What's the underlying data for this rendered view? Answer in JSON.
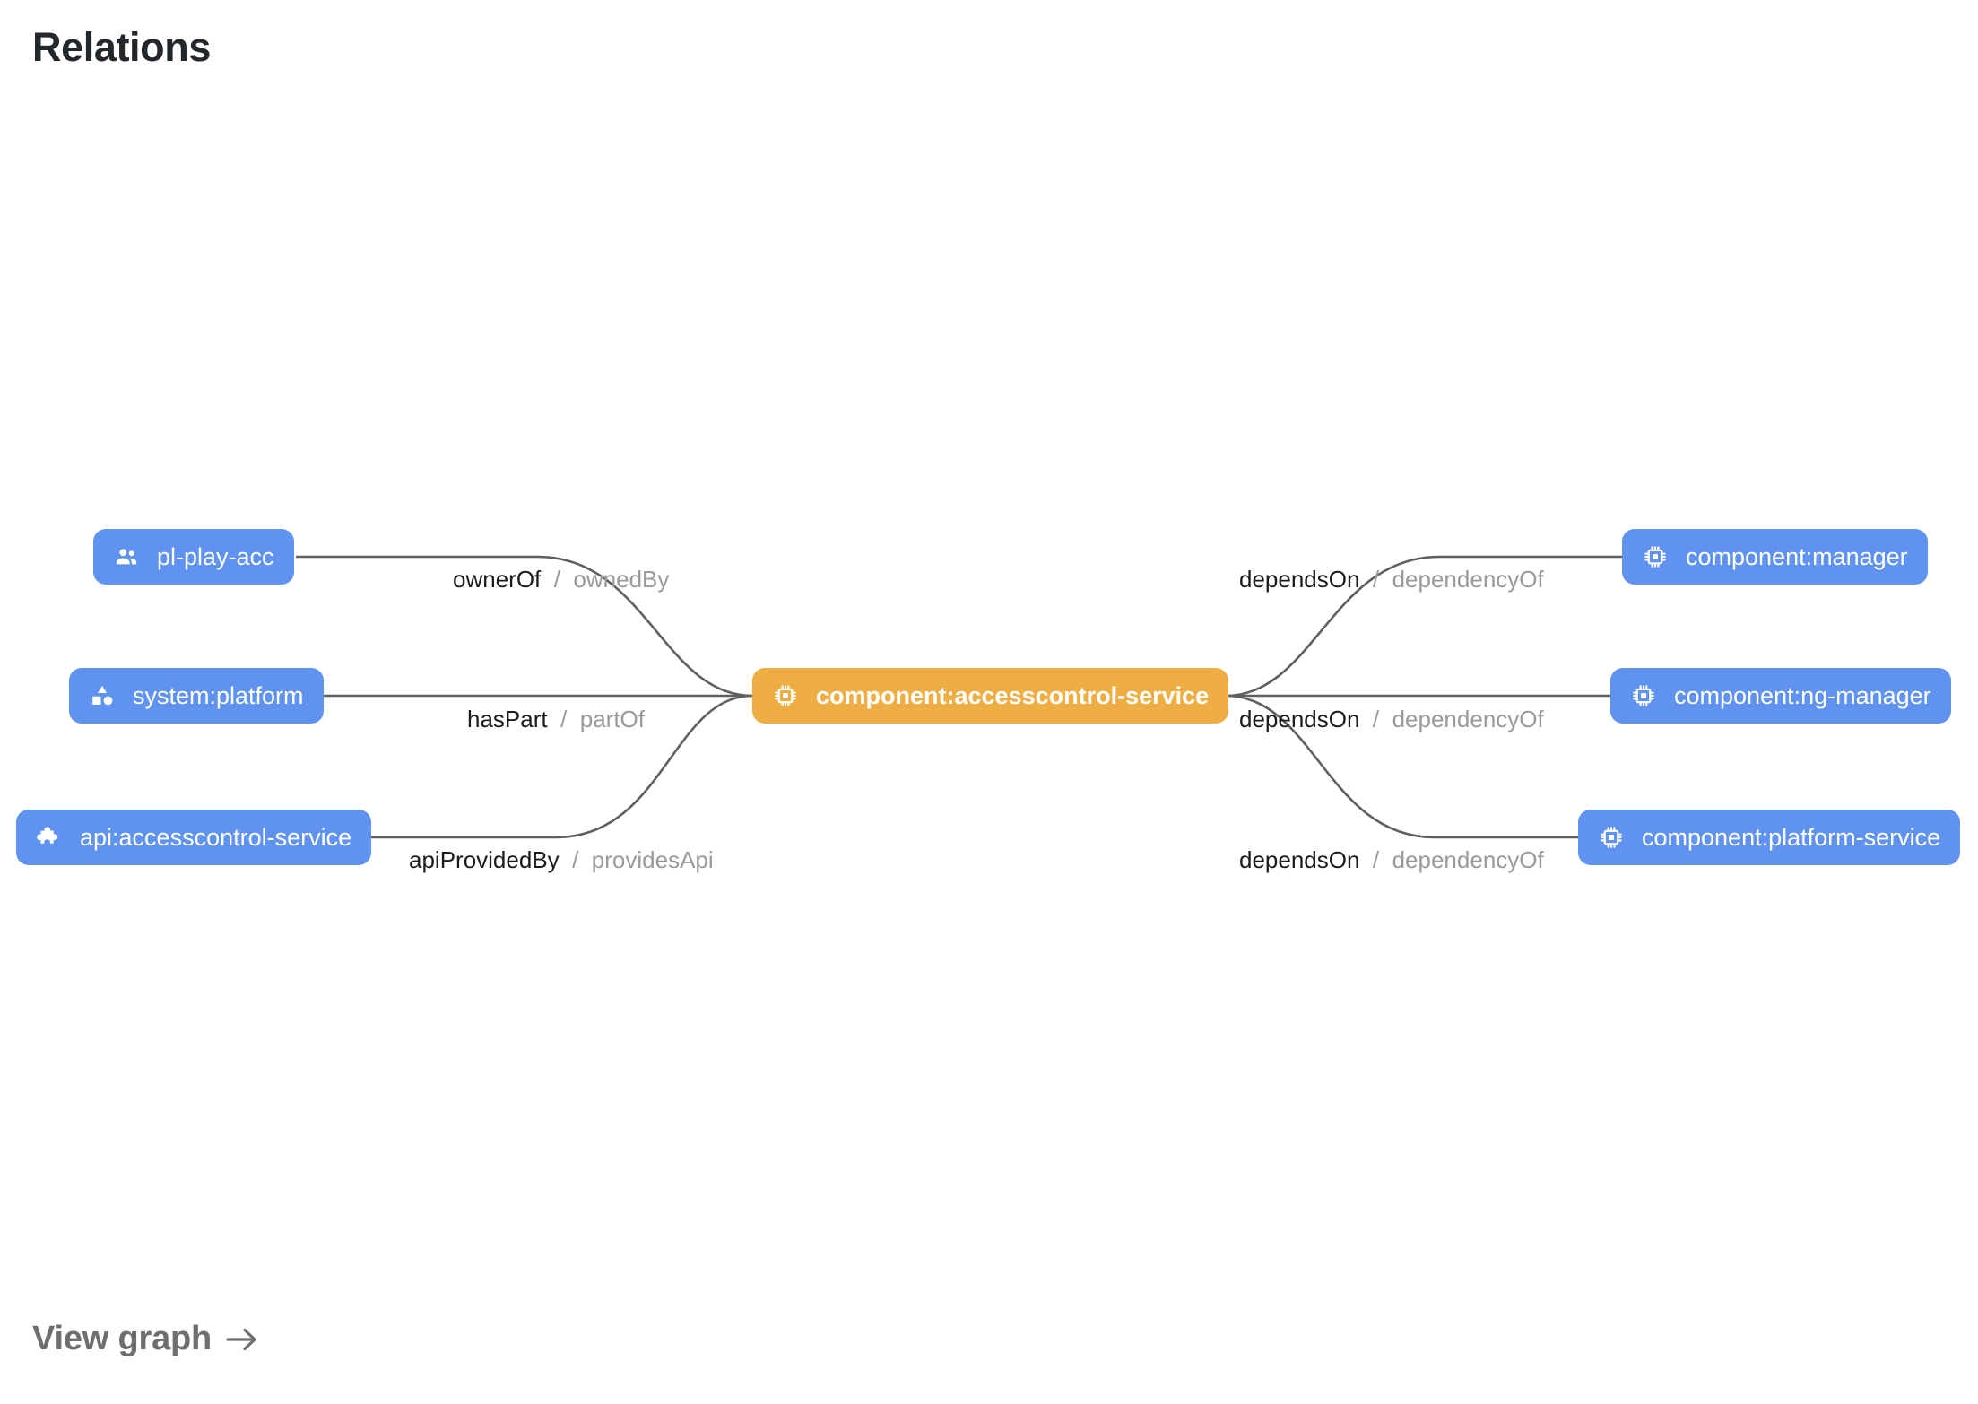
{
  "page": {
    "title": "Relations"
  },
  "footer": {
    "view_graph_label": "View graph",
    "arrow_icon": "arrow-right-icon"
  },
  "colors": {
    "node_blue": "#6092f0",
    "node_orange": "#efae43",
    "node_text": "#ffffff",
    "edge_line": "#5f5f5f",
    "label_primary": "#1b1b1b",
    "label_secondary": "#9a9a9a",
    "title": "#23262b",
    "footer_link": "#6e6e6e",
    "background": "#ffffff"
  },
  "graph": {
    "focus_node": "component:accesscontrol-service",
    "nodes": [
      {
        "id": "pl-play-acc",
        "label": "pl-play-acc",
        "kind": "group",
        "icon": "group-people-icon",
        "color": "blue",
        "side": "left",
        "row": 0
      },
      {
        "id": "system:platform",
        "label": "system:platform",
        "kind": "system",
        "icon": "category-shapes-icon",
        "color": "blue",
        "side": "left",
        "row": 1
      },
      {
        "id": "api:accesscontrol-service",
        "label": "api:accesscontrol-service",
        "kind": "api",
        "icon": "puzzle-piece-icon",
        "color": "blue",
        "side": "left",
        "row": 2
      },
      {
        "id": "component:accesscontrol-service",
        "label": "component:accesscontrol-service",
        "kind": "component",
        "icon": "chip-icon",
        "color": "orange",
        "side": "center",
        "row": 1
      },
      {
        "id": "component:manager",
        "label": "component:manager",
        "kind": "component",
        "icon": "chip-icon",
        "color": "blue",
        "side": "right",
        "row": 0
      },
      {
        "id": "component:ng-manager",
        "label": "component:ng-manager",
        "kind": "component",
        "icon": "chip-icon",
        "color": "blue",
        "side": "right",
        "row": 1
      },
      {
        "id": "component:platform-service",
        "label": "component:platform-service",
        "kind": "component",
        "icon": "chip-icon",
        "color": "blue",
        "side": "right",
        "row": 2
      }
    ],
    "edges": [
      {
        "id": "e1",
        "source": "pl-play-acc",
        "target": "component:accesscontrol-service",
        "forward": "ownerOf",
        "separator": "/",
        "inverse": "ownedBy"
      },
      {
        "id": "e2",
        "source": "system:platform",
        "target": "component:accesscontrol-service",
        "forward": "hasPart",
        "separator": "/",
        "inverse": "partOf"
      },
      {
        "id": "e3",
        "source": "api:accesscontrol-service",
        "target": "component:accesscontrol-service",
        "forward": "apiProvidedBy",
        "separator": "/",
        "inverse": "providesApi"
      },
      {
        "id": "e4",
        "source": "component:accesscontrol-service",
        "target": "component:manager",
        "forward": "dependsOn",
        "separator": "/",
        "inverse": "dependencyOf"
      },
      {
        "id": "e5",
        "source": "component:accesscontrol-service",
        "target": "component:ng-manager",
        "forward": "dependsOn",
        "separator": "/",
        "inverse": "dependencyOf"
      },
      {
        "id": "e6",
        "source": "component:accesscontrol-service",
        "target": "component:platform-service",
        "forward": "dependsOn",
        "separator": "/",
        "inverse": "dependencyOf"
      }
    ]
  }
}
